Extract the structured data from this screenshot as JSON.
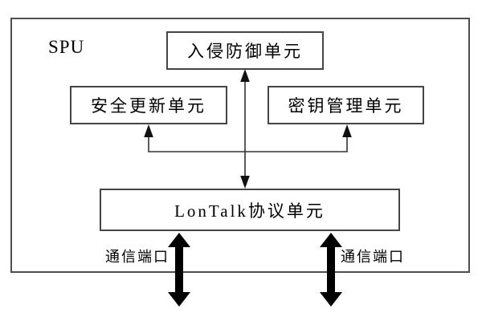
{
  "diagram": {
    "container_label": "SPU",
    "units": {
      "intrusion_prevention": "入侵防御单元",
      "security_update": "安全更新单元",
      "key_management": "密钥管理单元",
      "lontalk_protocol": "LonTalk协议单元"
    },
    "port_labels": {
      "left": "通信端口",
      "right": "通信端口"
    },
    "icons": {
      "center_connector": "vertical-double-arrow-icon",
      "branch_connector": "dual-up-arrow-branch-icon",
      "left_port": "thick-vertical-double-arrow-icon",
      "right_port": "thick-vertical-double-arrow-icon"
    },
    "colors": {
      "background": "#ffffff",
      "box_border": "#4a4a4a",
      "connector_line": "#333333",
      "thick_arrow": "#000000",
      "text": "#000000"
    }
  }
}
